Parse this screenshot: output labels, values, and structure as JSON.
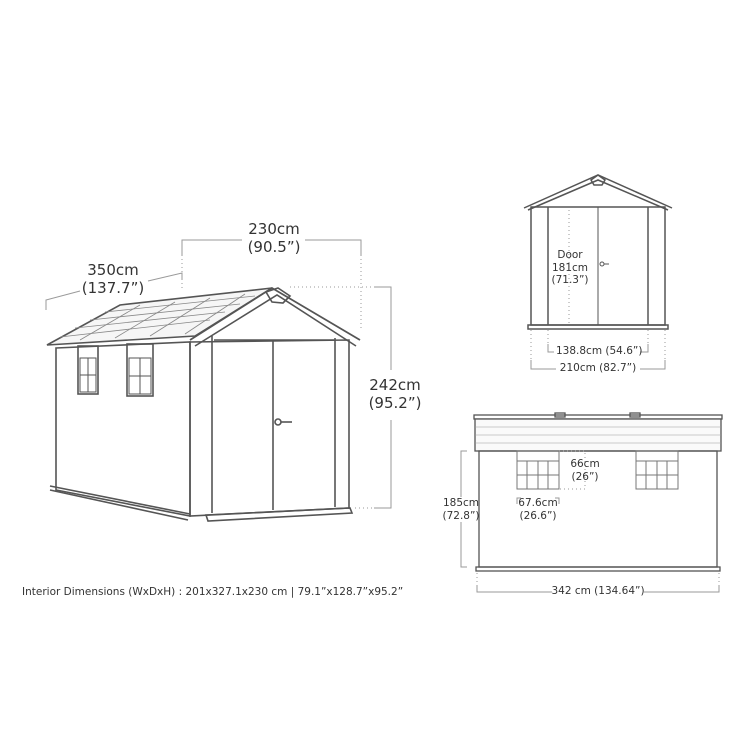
{
  "perspective_view": {
    "width_label": "230cm",
    "width_label_in": "(90.5”)",
    "depth_label": "350cm",
    "depth_label_in": "(137.7”)",
    "height_label": "242cm",
    "height_label_in": "(95.2”)"
  },
  "front_view": {
    "door_label": "Door",
    "door_height": "181cm",
    "door_height_in": "(71.3”)",
    "door_width": "138.8cm (54.6”)",
    "total_width": "210cm (82.7”)"
  },
  "side_view": {
    "wall_height": "185cm",
    "wall_height_in": "(72.8”)",
    "window_height": "66cm",
    "window_height_in": "(26”)",
    "window_width": "67.6cm",
    "window_width_in": "(26.6”)",
    "total_length": "342 cm (134.64”)"
  },
  "footer": {
    "interior_dimensions": "Interior Dimensions (WxDxH) : 201x327.1x230 cm | 79.1”x128.7”x95.2”"
  },
  "colors": {
    "line": "#555555",
    "dim_line": "#9a9a9a",
    "text": "#333333"
  }
}
